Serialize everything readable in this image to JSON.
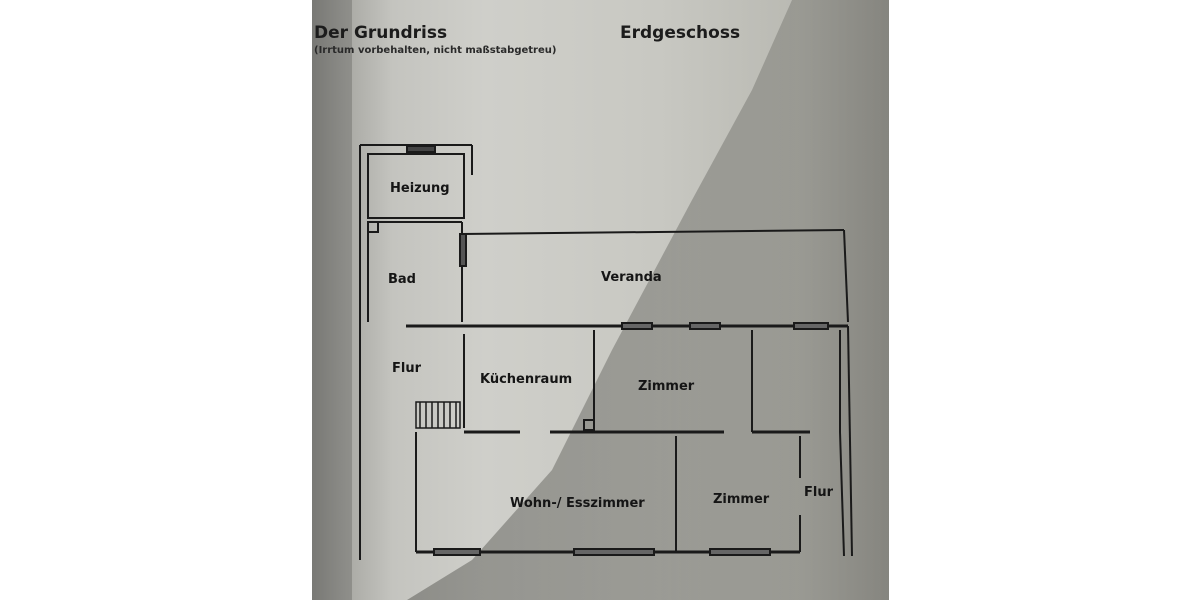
{
  "header": {
    "title": "Der Grundriss",
    "subtitle": "(Irrtum vorbehalten, nicht maßstabgetreu)",
    "floor": "Erdgeschoss"
  },
  "rooms": {
    "heizung": "Heizung",
    "bad": "Bad",
    "veranda": "Veranda",
    "flur_left": "Flur",
    "kuechenraum": "Küchenraum",
    "zimmer_top": "Zimmer",
    "wohn_esszimmer": "Wohn-/ Esszimmer",
    "zimmer_bottom": "Zimmer",
    "flur_right": "Flur"
  },
  "colors": {
    "paper": "#cfcfca",
    "ink": "#1c1c1c",
    "shadow": "#6f6f6a"
  }
}
